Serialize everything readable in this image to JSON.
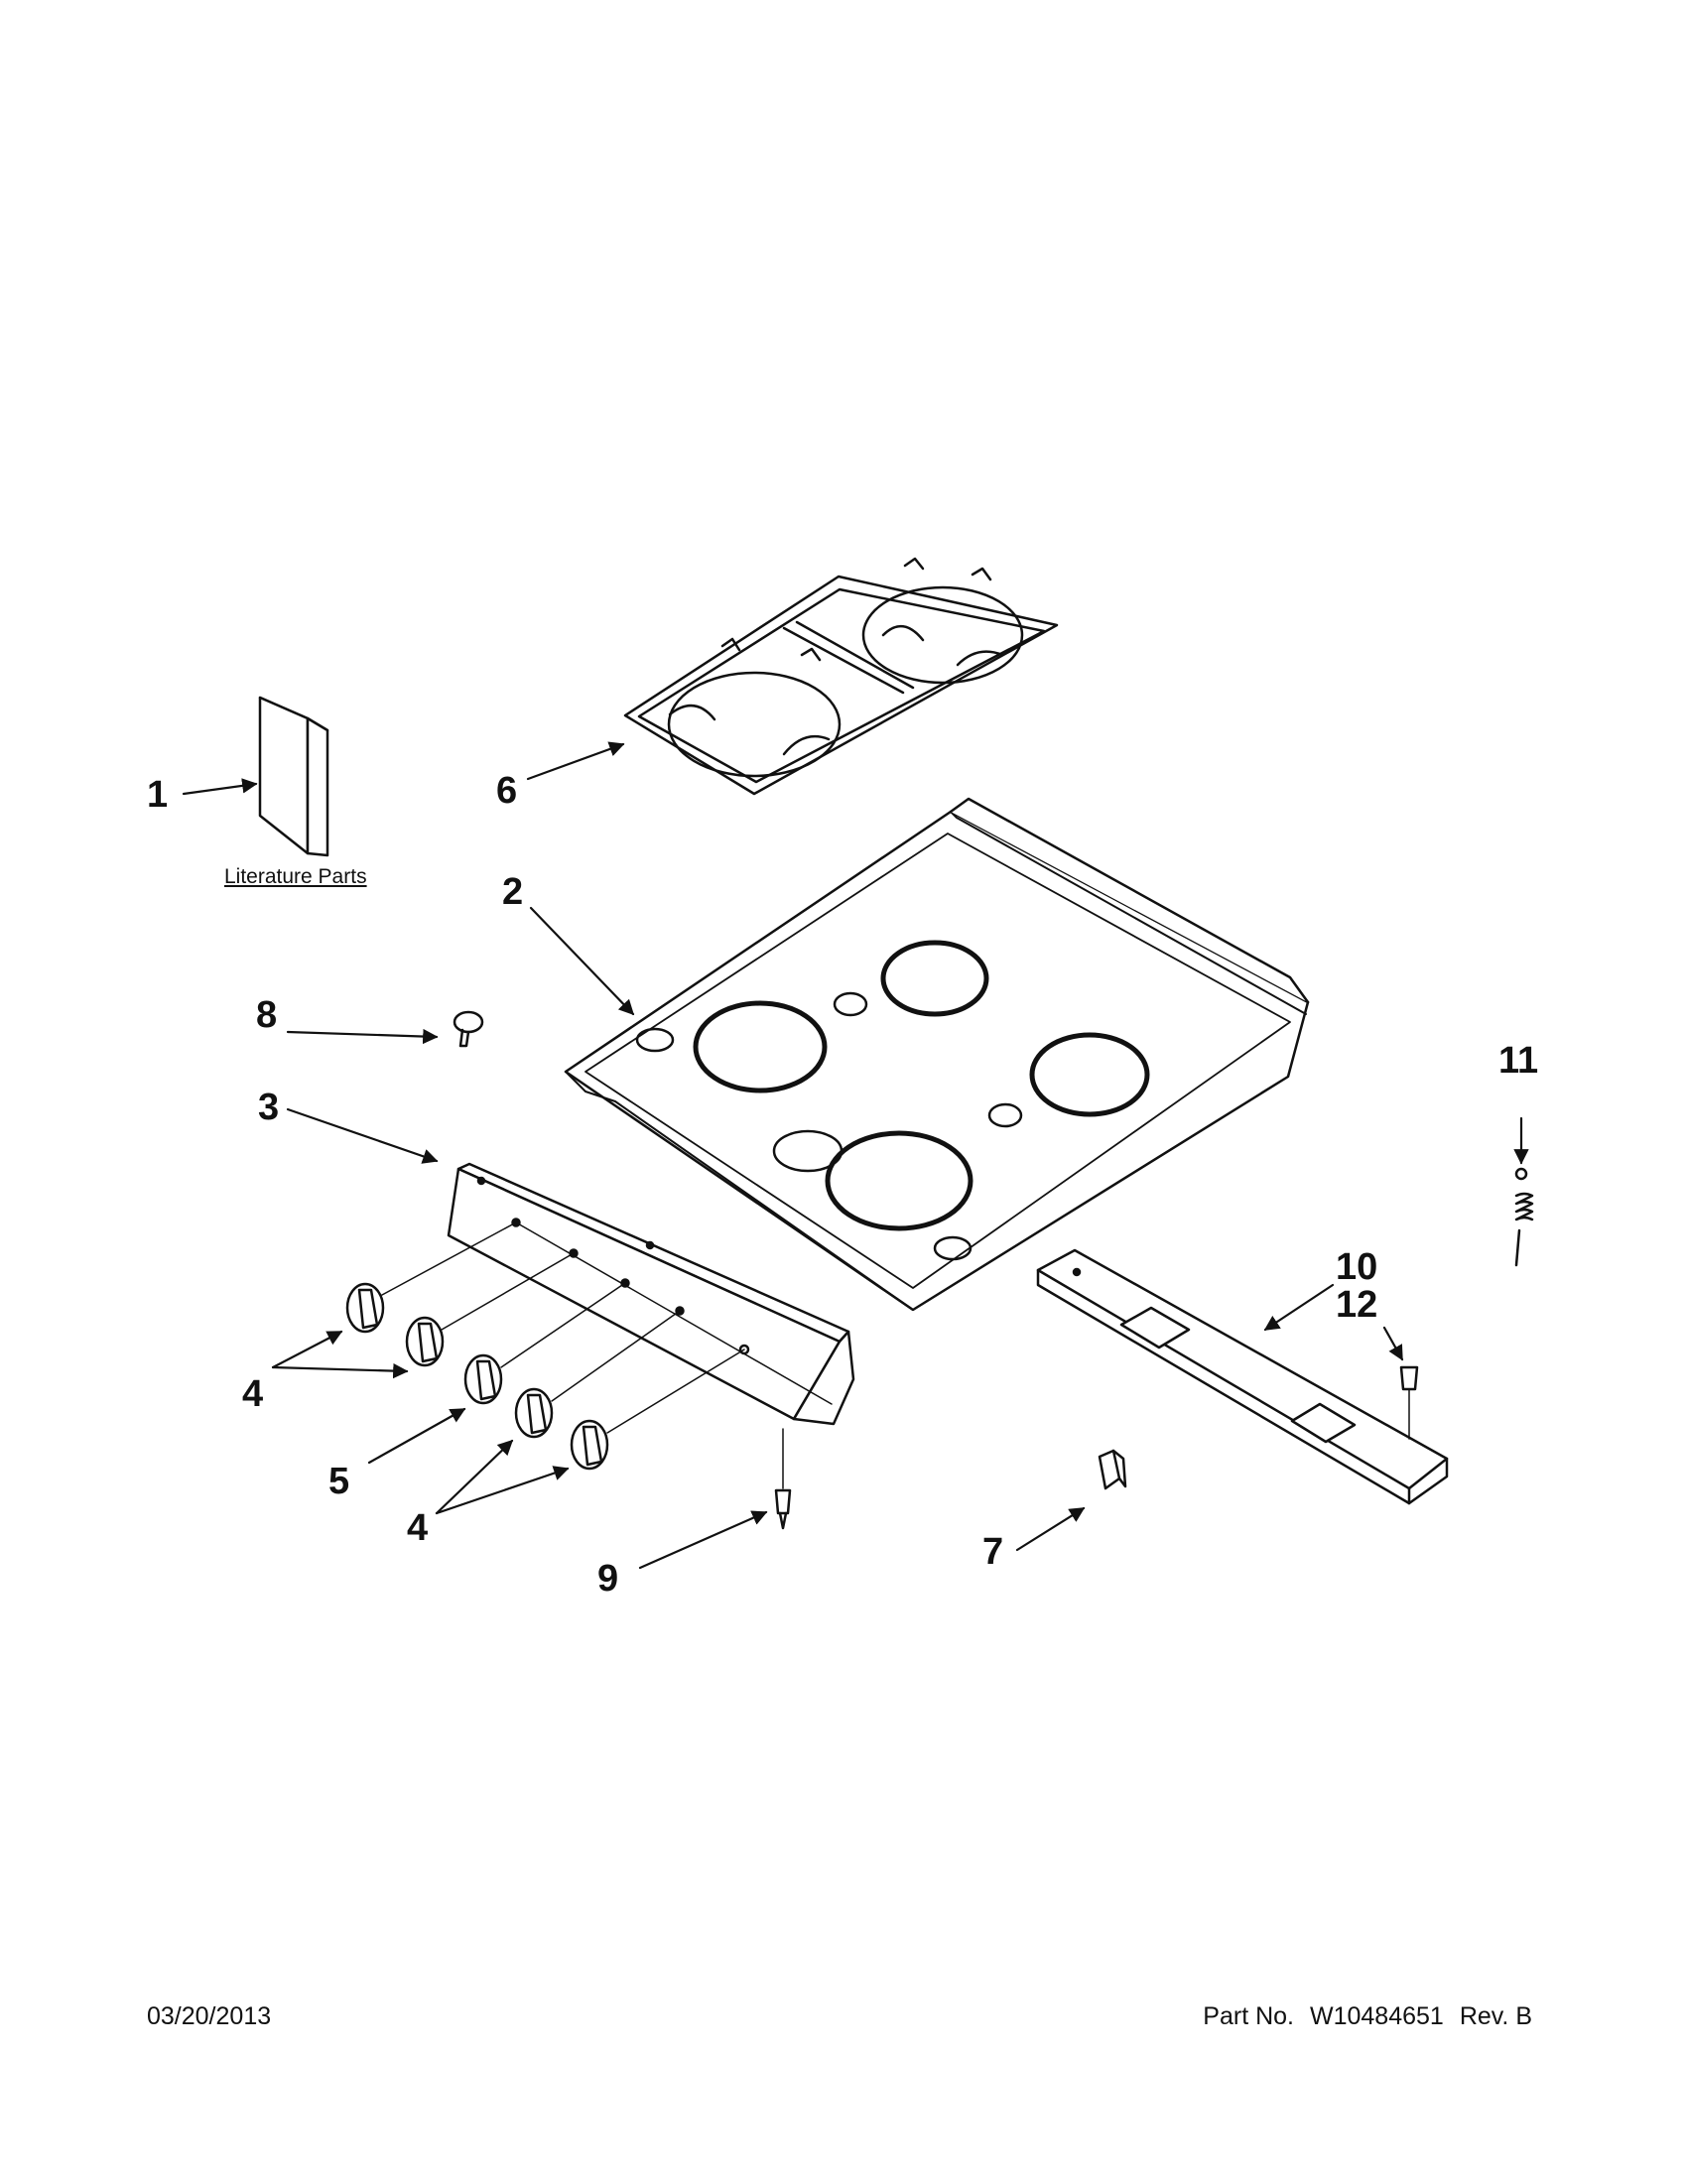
{
  "callouts": {
    "c1": "1",
    "c2": "2",
    "c3": "3",
    "c4a": "4",
    "c4b": "4",
    "c5": "5",
    "c6": "6",
    "c7": "7",
    "c8": "8",
    "c9": "9",
    "c10": "10",
    "c11": "11",
    "c12": "12"
  },
  "literature_label": "Literature Parts",
  "footer": {
    "date": "03/20/2013",
    "part_label": "Part No.",
    "part_number": "W10484651",
    "revision": "Rev. B"
  }
}
